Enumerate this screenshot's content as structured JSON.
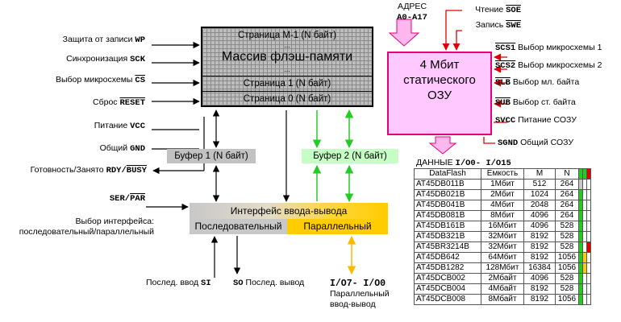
{
  "left_signals": [
    {
      "text": "Защита от записи",
      "signal": "WP",
      "overline": false
    },
    {
      "text": "Синхронизация",
      "signal": "SCK",
      "overline": false
    },
    {
      "text": "Выбор микросхемы",
      "signal": "CS",
      "overline": true
    },
    {
      "text": "Сброс",
      "signal": "RESET",
      "overline": true
    },
    {
      "text": "Питание",
      "signal": "VCC",
      "overline": false
    },
    {
      "text": "Общий",
      "signal": "GND",
      "overline": false
    }
  ],
  "ready_busy": {
    "text": "Готовность/Занято",
    "signal_a": "RDY/",
    "signal_b": "BUSY"
  },
  "ser_par": {
    "signal_a": "SER/",
    "signal_b": "PAR"
  },
  "iface_select": {
    "line1": "Выбор интерфейса:",
    "line2": "последовательный/параллельный"
  },
  "flash": {
    "title": "Массив флэш-памяти",
    "page_top": "Страница M-1 (N байт)",
    "page_1": "Страница 1 (N байт)",
    "page_0": "Страница 0 (N байт)",
    "dots": "..."
  },
  "buffer1": "Буфер 1 (N байт)",
  "buffer2": "Буфер 2 (N байт)",
  "iface": {
    "title": "Интерфейс ввода-вывода",
    "serial": "Последовательный",
    "parallel": "Параллельный"
  },
  "bottom": {
    "si_text": "Послед. ввод",
    "si_signal": "SI",
    "so_signal": "SO",
    "so_text": "Послед. вывод",
    "io_signal": "I/O7- I/O0",
    "io_line1": "Параллельный",
    "io_line2": "ввод-вывод"
  },
  "address": {
    "line1": "АДРЕС",
    "line2": "A0-A17"
  },
  "read": {
    "text": "Чтение",
    "signal": "SOE"
  },
  "write": {
    "text": "Запись",
    "signal": "SWE"
  },
  "sram": {
    "line1": "4 Мбит",
    "line2": "статического",
    "line3": "ОЗУ"
  },
  "sram_signals": [
    {
      "signal": "SCS1",
      "text": "Выбор микросхемы 1",
      "overline": true
    },
    {
      "signal": "SCS2",
      "text": "Выбор микросхемы 2",
      "overline": true
    },
    {
      "signal": "SLB",
      "text": "Выбор мл. байта",
      "overline": true
    },
    {
      "signal": "SUB",
      "text": "Выбор ст. байта",
      "overline": true
    },
    {
      "signal": "SVCC",
      "text": "Питание СОЗУ",
      "overline": false
    },
    {
      "signal": "SGND",
      "text": "Общий СОЗУ",
      "overline": false
    }
  ],
  "data_label": {
    "text": "ДАННЫЕ",
    "signal": "I/O0- I/O15"
  },
  "table": {
    "headers": [
      "DataFlash",
      "Емкость",
      "M",
      "N"
    ],
    "rows": [
      {
        "name": "AT45DB011B",
        "cap": "1Мбит",
        "m": "512",
        "n": "264",
        "s": [
          "gr",
          "w",
          "w"
        ]
      },
      {
        "name": "AT45DB021B",
        "cap": "2Мбит",
        "m": "1024",
        "n": "264",
        "s": [
          "g",
          "w",
          "w"
        ]
      },
      {
        "name": "AT45DB041B",
        "cap": "4Мбит",
        "m": "2048",
        "n": "264",
        "s": [
          "g",
          "w",
          "w"
        ]
      },
      {
        "name": "AT45DB081B",
        "cap": "8Мбит",
        "m": "4096",
        "n": "264",
        "s": [
          "g",
          "w",
          "w"
        ]
      },
      {
        "name": "AT45DB161B",
        "cap": "16Мбит",
        "m": "4096",
        "n": "528",
        "s": [
          "g",
          "w",
          "w"
        ]
      },
      {
        "name": "AT45DB321B",
        "cap": "32Мбит",
        "m": "8192",
        "n": "528",
        "s": [
          "g",
          "w",
          "w"
        ]
      },
      {
        "name": "AT45BR3214B",
        "cap": "32Мбит",
        "m": "8192",
        "n": "528",
        "s": [
          "g",
          "w",
          "rd"
        ]
      },
      {
        "name": "AT45DB642",
        "cap": "64Мбит",
        "m": "8192",
        "n": "1056",
        "s": [
          "g",
          "y",
          "w"
        ]
      },
      {
        "name": "AT45DB1282",
        "cap": "128Мбит",
        "m": "16384",
        "n": "1056",
        "s": [
          "g",
          "y",
          "w"
        ]
      },
      {
        "name": "AT45DCB002",
        "cap": "2Мбайт",
        "m": "4096",
        "n": "528",
        "s": [
          "g",
          "w",
          "w"
        ]
      },
      {
        "name": "AT45DCB004",
        "cap": "4Мбайт",
        "m": "8192",
        "n": "528",
        "s": [
          "g",
          "w",
          "w"
        ]
      },
      {
        "name": "AT45DCB008",
        "cap": "8Мбайт",
        "m": "8192",
        "n": "1056",
        "s": [
          "g",
          "w",
          "w"
        ]
      }
    ],
    "header_swatches": [
      "g",
      "g",
      "rd"
    ]
  }
}
